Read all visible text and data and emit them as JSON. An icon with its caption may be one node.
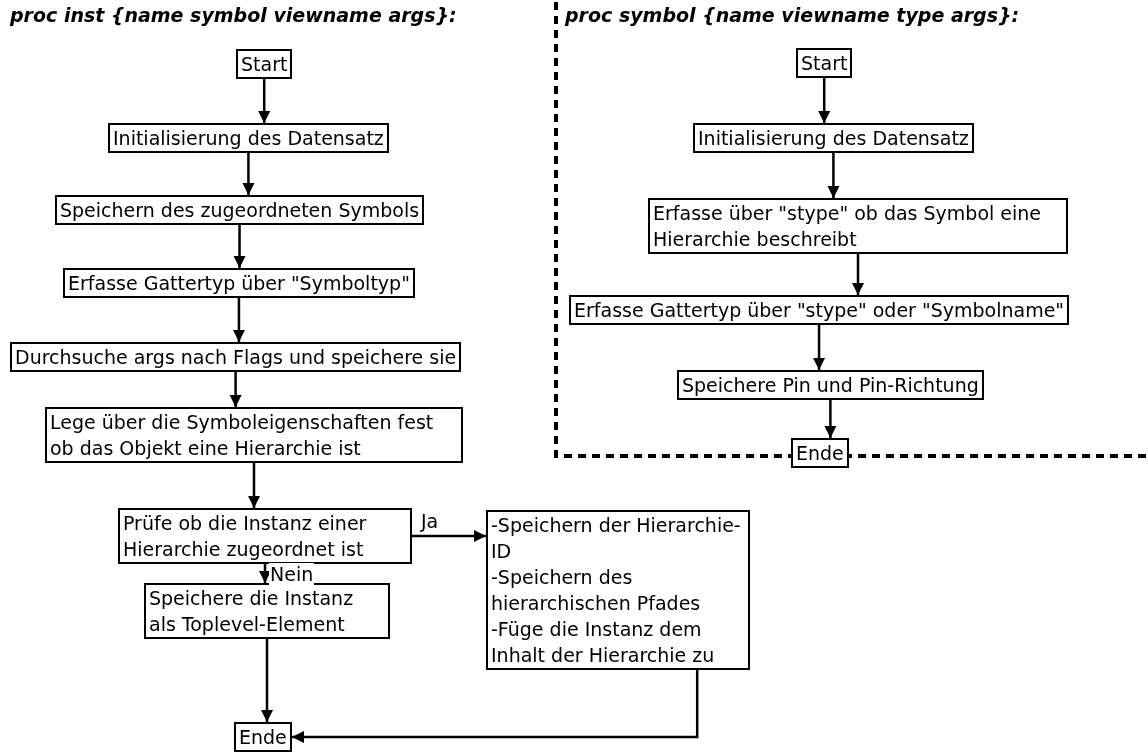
{
  "diagram": {
    "nodes": [
      {
        "text": [
          "Start"
        ]
      },
      {
        "text": [
          "Initialisierung des Datensatz"
        ]
      },
      {
        "text": [
          "Speichern des zugeordneten Symbols"
        ]
      },
      {
        "text": [
          "Erfasse Gattertyp über  \"Symboltyp\""
        ]
      },
      {
        "text": [
          "Durchsuche args nach Flags und speichere sie"
        ]
      },
      {
        "text": [
          "Lege über die Symboleigenschaften fest ob das Objekt eine Hierarchie ist"
        ]
      },
      {
        "text": [
          "Prüfe ob die Instanz einer Hierarchie zugeordnet ist"
        ]
      },
      {
        "text": [
          "-Speichern der Hierarchie-ID",
          "-Speichern des hierarchischen Pfades",
          "-Füge die Instanz dem Inhalt der Hierarchie zu"
        ]
      },
      {
        "text": [
          "Speichere die Instanz als Toplevel-Element"
        ]
      },
      {
        "text": [
          "Ende"
        ]
      },
      {
        "text": [
          "Start"
        ]
      },
      {
        "text": [
          "Initialisierung des Datensatz"
        ]
      },
      {
        "text": [
          "Erfasse über \"stype\"  ob das Symbol eine Hierarchie beschreibt"
        ]
      },
      {
        "text": [
          "Erfasse Gattertyp über \"stype\" oder \"Symbolname\""
        ]
      },
      {
        "text": [
          "Speichere Pin und Pin-Richtung"
        ]
      },
      {
        "text": [
          "Ende"
        ]
      }
    ],
    "edges": [
      {
        "from": 0,
        "to": 1,
        "arrow": "to"
      },
      {
        "from": 1,
        "to": 2,
        "arrow": "to"
      },
      {
        "from": 2,
        "to": 3,
        "arrow": "to"
      },
      {
        "from": 3,
        "to": 4,
        "arrow": "to"
      },
      {
        "from": 4,
        "to": 5,
        "arrow": "to"
      },
      {
        "from": 5,
        "to": 6,
        "arrow": "to"
      },
      {
        "from": 6,
        "to": 7,
        "arrow": "to",
        "label": "Ja"
      },
      {
        "from": 6,
        "to": 8,
        "arrow": "to",
        "label": "Nein"
      },
      {
        "from": 8,
        "to": 9,
        "arrow": "to"
      },
      {
        "from": 7,
        "to": 9,
        "arrow": "to"
      },
      {
        "from": 10,
        "to": 11,
        "arrow": "to"
      },
      {
        "from": 11,
        "to": 12,
        "arrow": "to"
      },
      {
        "from": 12,
        "to": 13,
        "arrow": "to"
      },
      {
        "from": 13,
        "to": 14,
        "arrow": "to"
      },
      {
        "from": 14,
        "to": 15,
        "arrow": "to"
      }
    ],
    "labels": [
      "proc inst {name symbol viewname args}:",
      "proc symbol {name viewname type args}:"
    ]
  }
}
